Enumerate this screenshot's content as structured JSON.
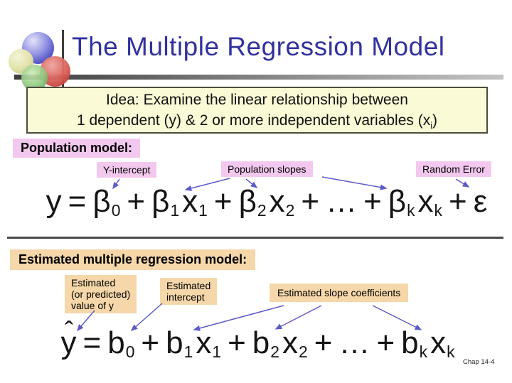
{
  "slide": {
    "title": "The Multiple Regression Model",
    "page_label": "Chap 14-4"
  },
  "idea_box": {
    "line1": "Idea: Examine the linear relationship between",
    "line2_prefix": "1 dependent (y) & 2 or more independent variables (x",
    "line2_sub": "i",
    "line2_suffix": ")"
  },
  "population": {
    "heading": "Population model:",
    "labels": {
      "y_intercept": "Y-intercept",
      "slopes": "Population slopes",
      "random_error": "Random Error"
    },
    "equation": [
      {
        "t": "y"
      },
      {
        "t": "=",
        "op": true
      },
      {
        "t": "β",
        "sub": "0"
      },
      {
        "t": "+",
        "op": true
      },
      {
        "t": "β",
        "sub": "1"
      },
      {
        "t": "x",
        "sub": "1"
      },
      {
        "t": "+",
        "op": true
      },
      {
        "t": "β",
        "sub": "2"
      },
      {
        "t": "x",
        "sub": "2"
      },
      {
        "t": "+",
        "op": true
      },
      {
        "t": "…"
      },
      {
        "t": "+",
        "op": true
      },
      {
        "t": "β",
        "sub": "k"
      },
      {
        "t": "x",
        "sub": "k"
      },
      {
        "t": "+",
        "op": true
      },
      {
        "t": "ε"
      }
    ]
  },
  "estimated": {
    "heading": "Estimated multiple regression model:",
    "labels": {
      "value_of_y": [
        "Estimated",
        "(or predicted)",
        "value of y"
      ],
      "intercept": [
        "Estimated",
        "intercept"
      ],
      "slope_coefficients": "Estimated slope coefficients"
    },
    "equation": [
      {
        "t": "y",
        "hat": true
      },
      {
        "t": "=",
        "op": true
      },
      {
        "t": "b",
        "sub": "0"
      },
      {
        "t": "+",
        "op": true
      },
      {
        "t": "b",
        "sub": "1"
      },
      {
        "t": "x",
        "sub": "1"
      },
      {
        "t": "+",
        "op": true
      },
      {
        "t": "b",
        "sub": "2"
      },
      {
        "t": "x",
        "sub": "2"
      },
      {
        "t": "+",
        "op": true
      },
      {
        "t": "…"
      },
      {
        "t": "+",
        "op": true
      },
      {
        "t": "b",
        "sub": "k"
      },
      {
        "t": "x",
        "sub": "k"
      }
    ]
  },
  "colors": {
    "title_blue": "#32329e",
    "pink": "#f3c8ef",
    "peach": "#f5d7a9",
    "yellow": "#fafad6",
    "arrow": "#5b5bc8"
  }
}
